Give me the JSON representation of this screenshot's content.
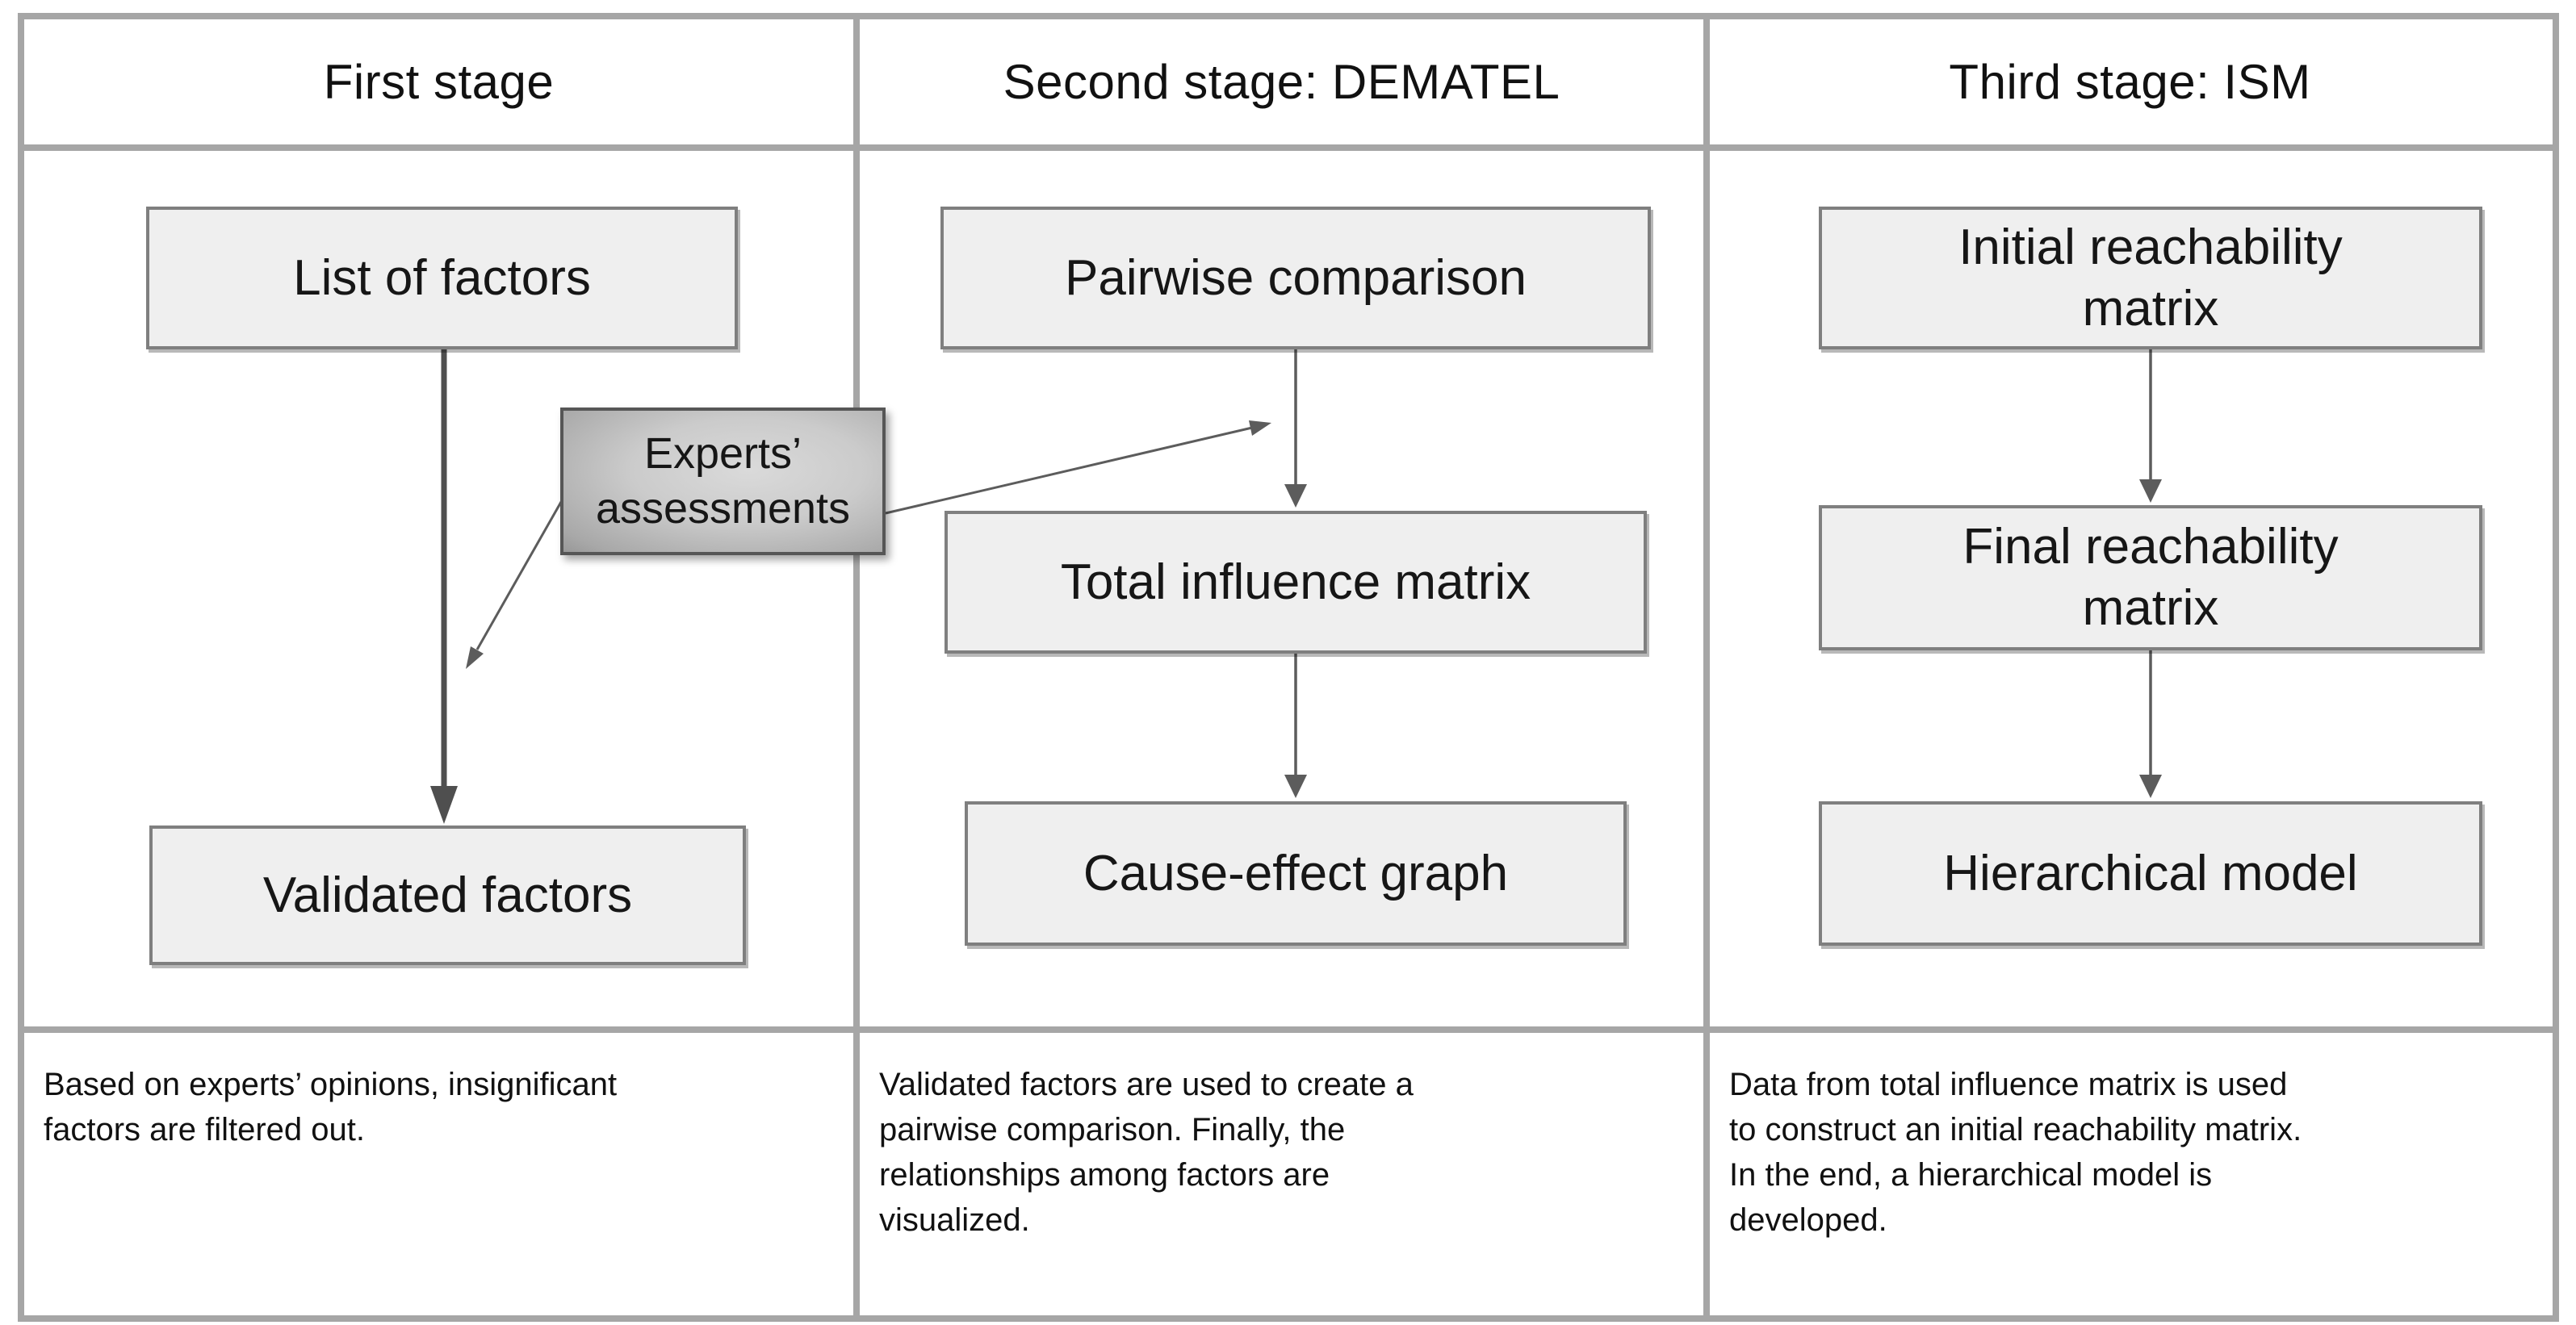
{
  "columns": [
    {
      "header": "First stage",
      "boxes": [
        {
          "label": "List of factors"
        },
        {
          "label": "Validated factors"
        }
      ],
      "description": "Based on experts’ opinions, insignificant\nfactors are filtered out."
    },
    {
      "header": "Second stage: DEMATEL",
      "boxes": [
        {
          "label": "Pairwise comparison"
        },
        {
          "label": "Total influence matrix"
        },
        {
          "label": "Cause-effect graph"
        }
      ],
      "description": "Validated factors are used to create a\npairwise comparison. Finally, the\nrelationships among factors are\nvisualized."
    },
    {
      "header": "Third stage: ISM",
      "boxes": [
        {
          "label": "Initial reachability\nmatrix"
        },
        {
          "label": "Final reachability\nmatrix"
        },
        {
          "label": "Hierarchical model"
        }
      ],
      "description": "Data from total influence matrix is used\nto construct an initial reachability matrix.\nIn the end, a hierarchical model is\ndeveloped."
    }
  ],
  "note": {
    "label": "Experts’\nassessments"
  },
  "colors": {
    "frame_border": "#a6a6a6",
    "node_fill": "#efefef",
    "node_border": "#7f7f7f",
    "note_border": "#565656",
    "arrow": "#5c5c5c",
    "text": "#141414"
  }
}
